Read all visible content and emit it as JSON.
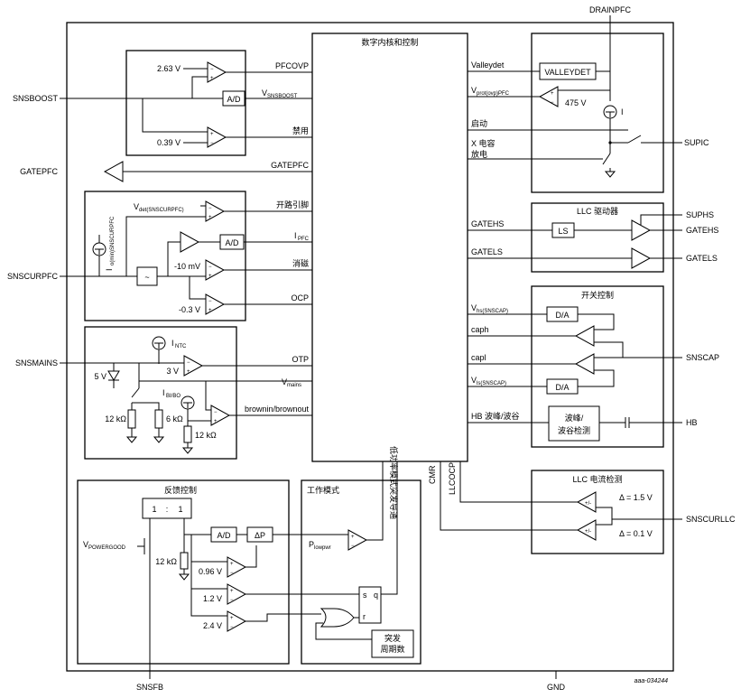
{
  "outer_pins": {
    "drainpfc": "DRAINPFC",
    "snsboost": "SNSBOOST",
    "gatepfc": "GATEPFC",
    "snscurpfc": "SNSCURPFC",
    "snsmains": "SNSMAINS",
    "supic": "SUPIC",
    "suphs": "SUPHS",
    "gatehs": "GATEHS",
    "gatels": "GATELS",
    "snscap": "SNSCAP",
    "hb": "HB",
    "snscurllc": "SNSCURLLC",
    "snsfb": "SNSFB",
    "gnd": "GND"
  },
  "core": {
    "title": "数字内核和控制",
    "left_signals": {
      "pfcovp": "PFCOVP",
      "vsnsboost_main": "V",
      "vsnsboost_sub": "SNSBOOST",
      "disable": "禁用",
      "gatepfc": "GATEPFC",
      "openpin": "开路引脚",
      "ipfc_main": "I",
      "ipfc_sub": "PFC",
      "demag": "消磁",
      "ocp": "OCP",
      "otp": "OTP",
      "vmains_main": "V",
      "vmains_sub": "mains",
      "brownin": "brownin/brownout"
    },
    "bottom_label": "低功率模式突发导通",
    "right_signals": {
      "valleydet": "Valleydet",
      "vprot_main": "V",
      "vprot_sub": "prot(ovp)PFC",
      "startup": "启动",
      "xcap_discharge_1": "X 电容",
      "xcap_discharge_2": "放电",
      "gatehs": "GATEHS",
      "gatels": "GATELS",
      "vhs_main": "V",
      "vhs_sub": "hs(SNSCAP)",
      "caph": "caph",
      "capl": "capl",
      "vls_main": "V",
      "vls_sub": "ls(SNSCAP)",
      "hb_detect": "HB 波峰/波谷"
    }
  },
  "snsboost_block": {
    "ref_high": "2.63 V",
    "ref_low": "0.39 V",
    "adc": "A/D"
  },
  "snscurpfc_block": {
    "vdet_main": "V",
    "vdet_sub": "det(SNSCURPFC)",
    "iomin_main": "I",
    "iomin_sub": "o(min)SNSCURPFC",
    "adc": "A/D",
    "ref_demag": "-10 mV",
    "ref_ocp": "-0.3 V",
    "filter": "~"
  },
  "mains_block": {
    "intc_main": "I",
    "intc_sub": "NTC",
    "ref_otp": "3 V",
    "zener": "5 V",
    "ibibo_main": "I",
    "ibibo_sub": "BI/BO",
    "r1": "12 kΩ",
    "r2": "6 kΩ",
    "r3": "12 kΩ"
  },
  "valley_block": {
    "valleydet": "VALLEYDET",
    "ref": "475 V",
    "current": "I"
  },
  "llc_driver": {
    "title": "LLC 驱动器",
    "ls": "LS"
  },
  "switch_ctrl": {
    "title": "开关控制",
    "da1": "D/A",
    "da2": "D/A",
    "hb_det_1": "波峰/",
    "hb_det_2": "波谷检测"
  },
  "llc_current": {
    "title": "LLC 电流检测",
    "cmr": "CMR",
    "llcocp": "LLCOCP",
    "delta_high": "Δ = 1.5 V",
    "delta_low": "Δ = 0.1 V",
    "pm": "+/-"
  },
  "feedback": {
    "title": "反馈控制",
    "ratio_1": "1",
    "ratio_colon": ":",
    "ratio_2": "1",
    "vpg_main": "V",
    "vpg_sub": "POWERGOOD",
    "adc": "A/D",
    "dp": "ΔP",
    "resistor": "12 kΩ",
    "ref1": "0.96 V",
    "ref2": "1.2 V",
    "ref3": "2.4 V"
  },
  "work_mode": {
    "title": "工作模式",
    "plow_main": "P",
    "plow_sub": "lowpwr",
    "s": "s",
    "q": "q",
    "r": "r",
    "burst_1": "突发",
    "burst_2": "周期数"
  },
  "figure_id": "aaa-034244"
}
